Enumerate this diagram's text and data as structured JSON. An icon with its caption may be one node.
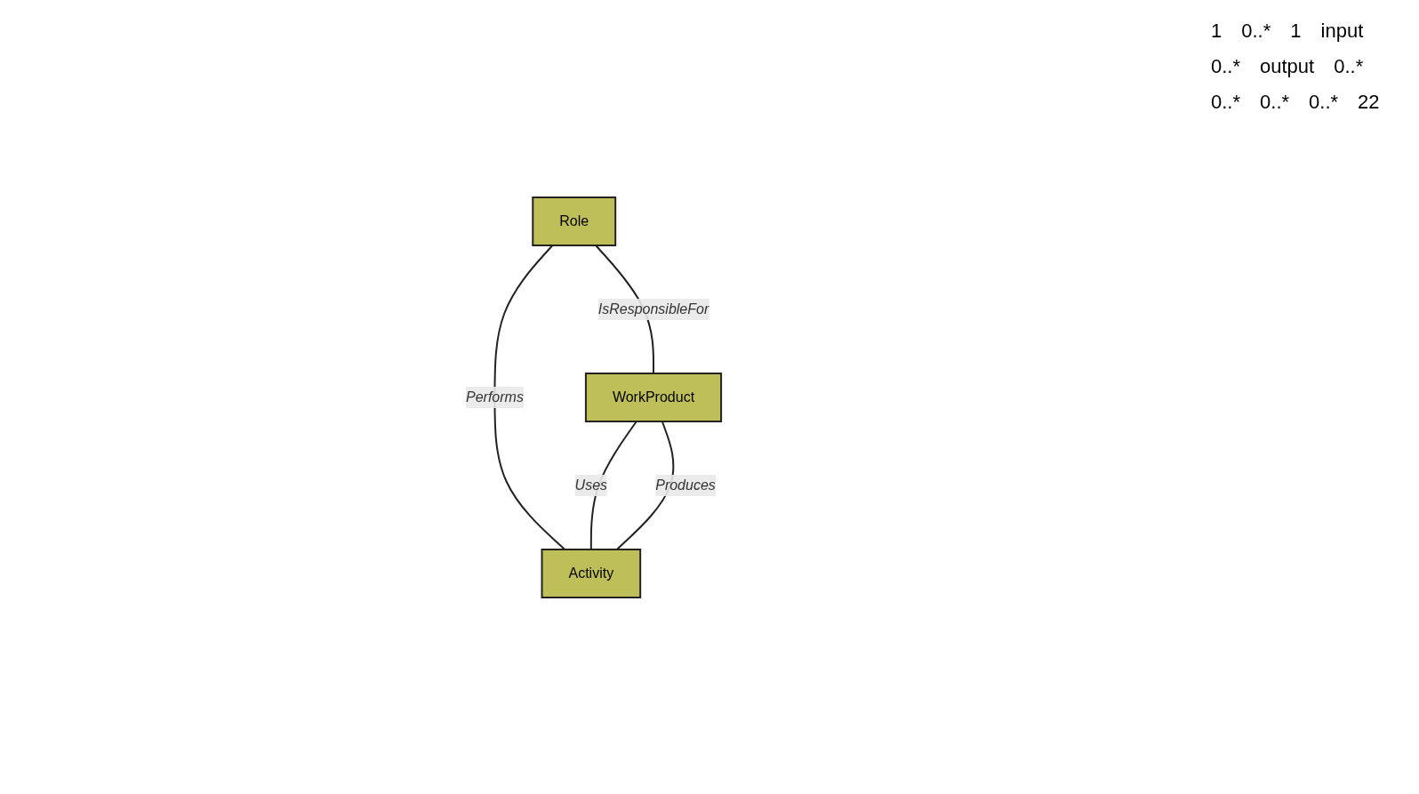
{
  "diagram": {
    "nodes": [
      {
        "text": [
          "Role"
        ]
      },
      {
        "text": [
          "WorkProduct"
        ]
      },
      {
        "text": [
          "Activity"
        ]
      }
    ],
    "edges": [
      {
        "from": 0,
        "to": 1,
        "arrow": "none",
        "label": "IsResponsibleFor"
      },
      {
        "from": 0,
        "to": 2,
        "arrow": "none",
        "label": "Performs"
      },
      {
        "from": 1,
        "to": 2,
        "arrow": "none",
        "label": "Uses"
      },
      {
        "from": 1,
        "to": 2,
        "arrow": "none",
        "label": "Produces"
      }
    ],
    "labels": [
      "1",
      "0..*",
      "1",
      "input",
      "0..*",
      "output",
      "0..*",
      "0..*",
      "0..*",
      "0..*",
      "22"
    ]
  }
}
